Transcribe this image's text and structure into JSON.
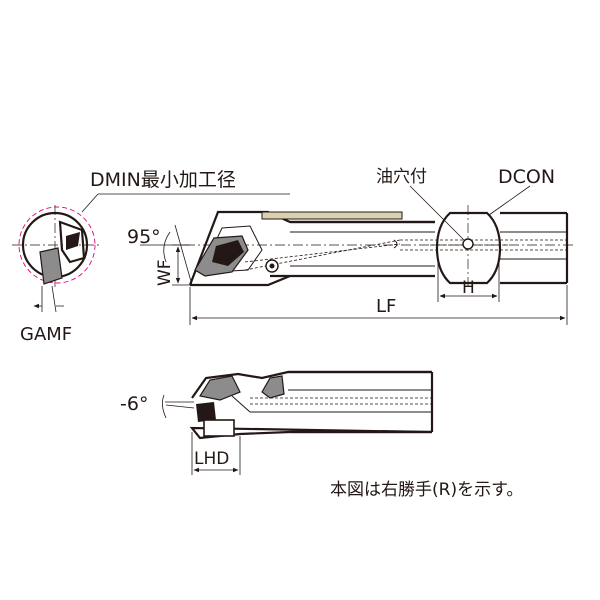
{
  "labels": {
    "dmin": "DMIN最小加工径",
    "gamf": "GAMF",
    "angle_95": "95°",
    "wf": "WF",
    "oil_hole": "油穴付",
    "dcon": "DCON",
    "lf": "LF",
    "h": "H",
    "angle_neg6": "-6°",
    "lhd": "LHD",
    "note": "本図は右勝手(R)を示す。"
  },
  "colors": {
    "line": "#231815",
    "min_bore_circle": "#e4007f",
    "insert": "#8c8c8c"
  }
}
